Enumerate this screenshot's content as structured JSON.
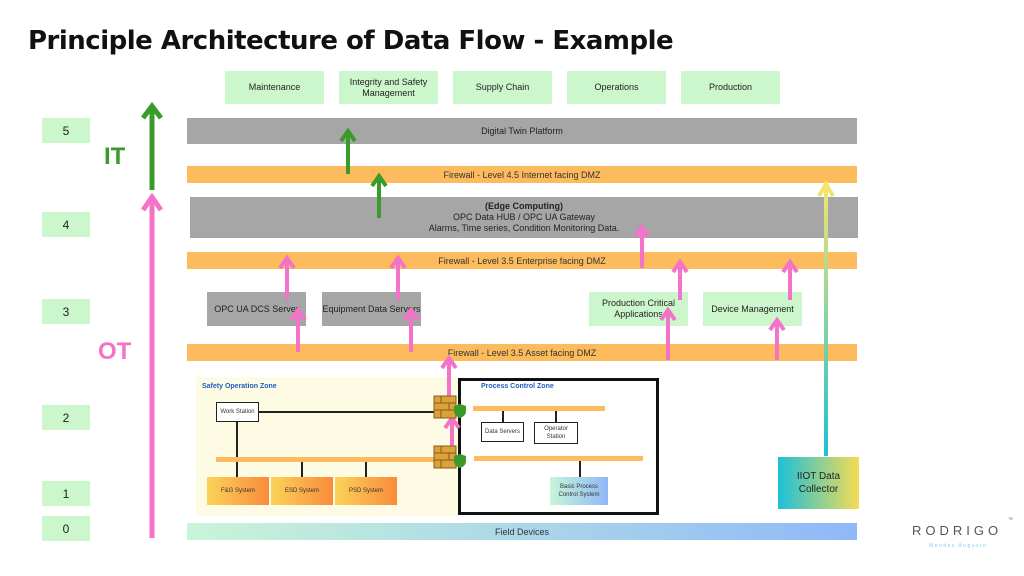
{
  "title": "Principle Architecture of Data Flow - Example",
  "business_apps": [
    "Maintenance",
    "Integrity and Safety Management",
    "Supply Chain",
    "Operations",
    "Production"
  ],
  "levels": [
    "5",
    "4",
    "3",
    "2",
    "1",
    "0"
  ],
  "side_labels": {
    "it": "IT",
    "ot": "OT"
  },
  "layers": {
    "digital_twin": "Digital Twin Platform",
    "fw45": "Firewall - Level 4.5 Internet facing DMZ",
    "edge_title": "(Edge Computing)",
    "edge_line1": "OPC Data HUB / OPC UA Gateway",
    "edge_line2": "Alarms, Time series, Condition Monitoring Data.",
    "fw35_enterprise": "Firewall - Level 3.5 Enterprise facing DMZ",
    "fw35_asset": "Firewall - Level 3.5 Asset facing DMZ",
    "field_devices": "Field Devices"
  },
  "level3": {
    "opc_dcs": "OPC UA DCS Server",
    "equipment": "Equipment Data Servers",
    "production_critical": "Production Critical Applications",
    "device_mgmt": "Device Management"
  },
  "safety_zone": {
    "title": "Safety Operation Zone",
    "workstation": "Work Station",
    "systems": [
      "F&G System",
      "ESD System",
      "PSD System"
    ]
  },
  "process_zone": {
    "title": "Process Control Zone",
    "data_servers": "Data Servers",
    "operator_station": "Operator Station",
    "bpcs": "Basic Process Control System"
  },
  "iiot": "IIOT Data Collector",
  "logo": {
    "name": "RODRIGO",
    "sub": "Mendes Augusto",
    "tm": "™"
  },
  "colors": {
    "it_green": "#3a9a2a",
    "ot_pink": "#f472c8",
    "firewall": "#fcbb5d",
    "box_green": "#ccf7cc",
    "gray": "#a6a6a6",
    "zone_blue": "#1f5fbf"
  }
}
